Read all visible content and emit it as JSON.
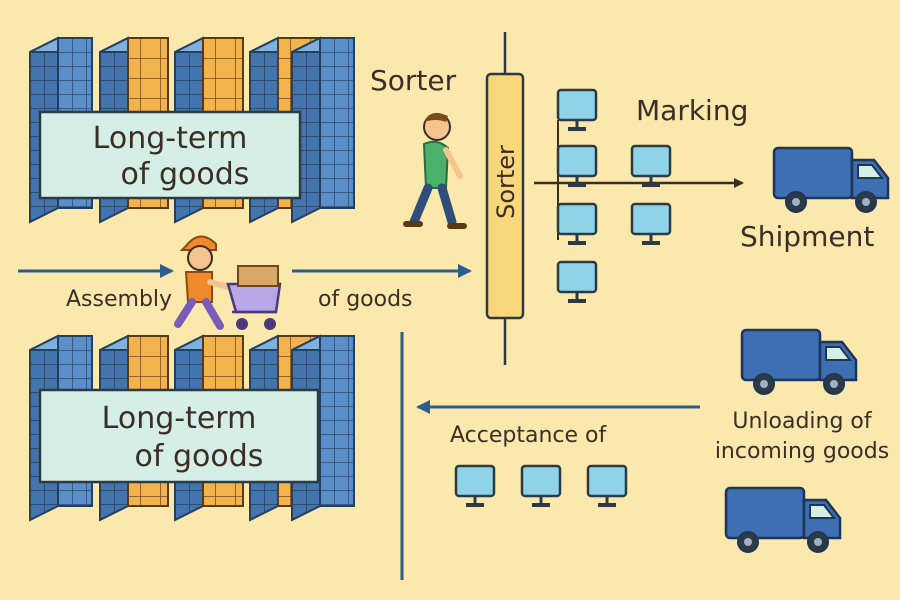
{
  "labels": {
    "storage_top_line1": "Long-term",
    "storage_top_line2": "of goods",
    "storage_bottom_line1": "Long-term",
    "storage_bottom_line2": "of goods",
    "sorter_title": "Sorter",
    "sorter_column": "Sorter",
    "marking": "Marking",
    "shipment": "Shipment",
    "assembly": "Assembly",
    "of_goods": "of goods",
    "acceptance": "Acceptance of",
    "unloading_line1": "Unloading of",
    "unloading_line2": "incoming goods"
  },
  "colors": {
    "background": "#fbe8ad",
    "rack_blue": "#5b8fc9",
    "rack_orange": "#f2b24c",
    "panel": "#d6efe6",
    "sorter_column": "#f9d77a",
    "arrow_blue": "#2f5d8a",
    "truck": "#3f6fb3",
    "monitor": "#8fd3e8"
  },
  "icons": {
    "workers": [
      "walking-person-icon",
      "cart-worker-icon"
    ],
    "trucks": [
      "truck-icon"
    ],
    "terminals": [
      "monitor-icon"
    ]
  }
}
